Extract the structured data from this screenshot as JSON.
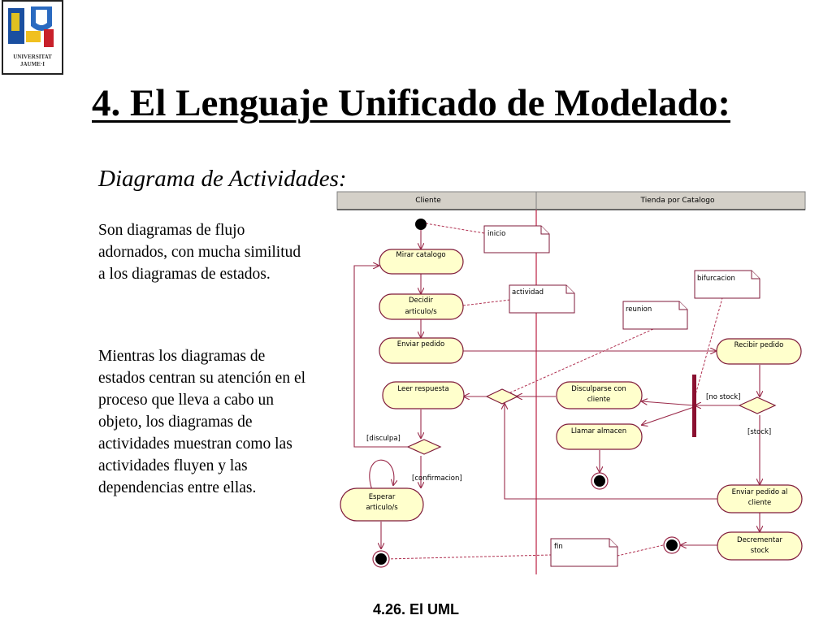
{
  "logo": {
    "line1": "UNIVERSITAT",
    "line2": "JAUME·I"
  },
  "title": "4. El Lenguaje Unificado de Modelado:",
  "subtitle": "Diagrama de Actividades:",
  "paragraph1": "Son diagramas de flujo adornados, con mucha similitud a los diagramas de estados.",
  "paragraph2": "Mientras los diagramas de estados centran su atención en el proceso que lleva a cabo un objeto, los diagramas de actividades muestran como las actividades fluyen y las dependencias entre ellas.",
  "footer": "4.26. El UML",
  "diagram": {
    "lanes": {
      "left": "Cliente",
      "right": "Tienda por Catalogo"
    },
    "activities": {
      "mirar": "Mirar catalogo",
      "decidir1": "Decidir",
      "decidir2": "articulo/s",
      "enviar": "Enviar pedido",
      "leer": "Leer respuesta",
      "esperar1": "Esperar",
      "esperar2": "articulo/s",
      "recibir": "Recibir pedido",
      "disculparse1": "Disculparse con",
      "disculparse2": "cliente",
      "llamar": "Llamar almacen",
      "enviarcli1": "Enviar pedido al",
      "enviarcli2": "cliente",
      "decrementar1": "Decrementar",
      "decrementar2": "stock"
    },
    "notes": {
      "inicio": "inicio",
      "actividad": "actividad",
      "reunion": "reunion",
      "bifurcacion": "bifurcacion",
      "fin": "fin"
    },
    "guards": {
      "disculpa": "[disculpa]",
      "confirmacion": "[confirmacion]",
      "nostock": "[no stock]",
      "stock": "[stock]"
    }
  }
}
